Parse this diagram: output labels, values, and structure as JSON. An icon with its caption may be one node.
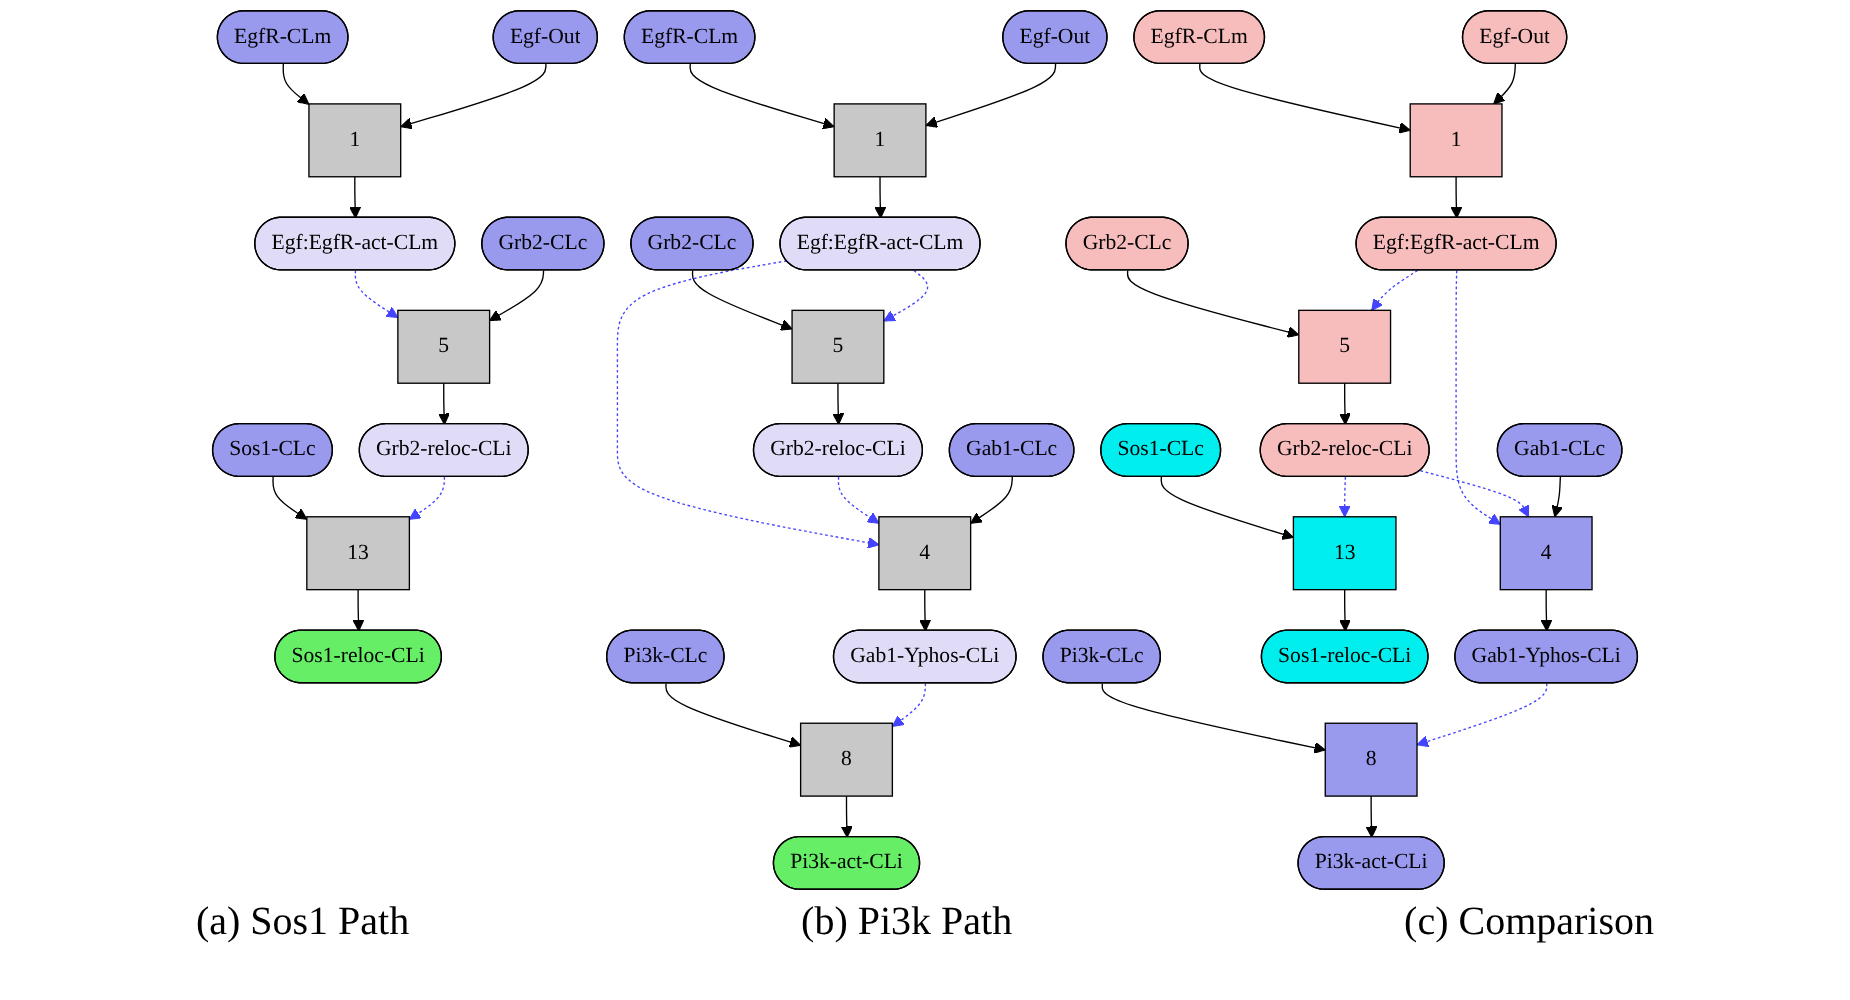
{
  "diagram": {
    "nodes": [
      {
        "text": [
          "EgfR-CLm"
        ]
      },
      {
        "text": [
          "Egf-Out"
        ]
      },
      {
        "text": [
          "1"
        ]
      },
      {
        "text": [
          "Egf:EgfR-act-CLm"
        ]
      },
      {
        "text": [
          "Grb2-CLc"
        ]
      },
      {
        "text": [
          "5"
        ]
      },
      {
        "text": [
          "Sos1-CLc"
        ]
      },
      {
        "text": [
          "Grb2-reloc-CLi"
        ]
      },
      {
        "text": [
          "13"
        ]
      },
      {
        "text": [
          "Sos1-reloc-CLi"
        ]
      },
      {
        "text": [
          "EgfR-CLm"
        ]
      },
      {
        "text": [
          "Egf-Out"
        ]
      },
      {
        "text": [
          "1"
        ]
      },
      {
        "text": [
          "Grb2-CLc"
        ]
      },
      {
        "text": [
          "Egf:EgfR-act-CLm"
        ]
      },
      {
        "text": [
          "5"
        ]
      },
      {
        "text": [
          "Grb2-reloc-CLi"
        ]
      },
      {
        "text": [
          "Gab1-CLc"
        ]
      },
      {
        "text": [
          "4"
        ]
      },
      {
        "text": [
          "Pi3k-CLc"
        ]
      },
      {
        "text": [
          "Gab1-Yphos-CLi"
        ]
      },
      {
        "text": [
          "8"
        ]
      },
      {
        "text": [
          "Pi3k-act-CLi"
        ]
      },
      {
        "text": [
          "EgfR-CLm"
        ]
      },
      {
        "text": [
          "Egf-Out"
        ]
      },
      {
        "text": [
          "1"
        ]
      },
      {
        "text": [
          "Grb2-CLc"
        ]
      },
      {
        "text": [
          "Egf:EgfR-act-CLm"
        ]
      },
      {
        "text": [
          "5"
        ]
      },
      {
        "text": [
          "Sos1-CLc"
        ]
      },
      {
        "text": [
          "Grb2-reloc-CLi"
        ]
      },
      {
        "text": [
          "Gab1-CLc"
        ]
      },
      {
        "text": [
          "13"
        ]
      },
      {
        "text": [
          "4"
        ]
      },
      {
        "text": [
          "Pi3k-CLc"
        ]
      },
      {
        "text": [
          "Sos1-reloc-CLi"
        ]
      },
      {
        "text": [
          "Gab1-Yphos-CLi"
        ]
      },
      {
        "text": [
          "8"
        ]
      },
      {
        "text": [
          "Pi3k-act-CLi"
        ]
      }
    ],
    "edges": [
      {
        "from": 0,
        "to": 2,
        "arrow": "to"
      },
      {
        "from": 1,
        "to": 2,
        "arrow": "to"
      },
      {
        "from": 2,
        "to": 3,
        "arrow": "to"
      },
      {
        "from": 3,
        "to": 5,
        "arrow": "to",
        "style": "dashed",
        "color": "#4444ff"
      },
      {
        "from": 4,
        "to": 5,
        "arrow": "to"
      },
      {
        "from": 5,
        "to": 7,
        "arrow": "to"
      },
      {
        "from": 6,
        "to": 8,
        "arrow": "to"
      },
      {
        "from": 7,
        "to": 8,
        "arrow": "to",
        "style": "dashed",
        "color": "#4444ff"
      },
      {
        "from": 8,
        "to": 9,
        "arrow": "to"
      },
      {
        "from": 10,
        "to": 12,
        "arrow": "to"
      },
      {
        "from": 11,
        "to": 12,
        "arrow": "to"
      },
      {
        "from": 12,
        "to": 14,
        "arrow": "to"
      },
      {
        "from": 13,
        "to": 15,
        "arrow": "to"
      },
      {
        "from": 14,
        "to": 15,
        "arrow": "to",
        "style": "dashed",
        "color": "#4444ff"
      },
      {
        "from": 14,
        "to": 18,
        "arrow": "to",
        "style": "dashed",
        "color": "#4444ff"
      },
      {
        "from": 15,
        "to": 16,
        "arrow": "to"
      },
      {
        "from": 16,
        "to": 18,
        "arrow": "to",
        "style": "dashed",
        "color": "#4444ff"
      },
      {
        "from": 17,
        "to": 18,
        "arrow": "to"
      },
      {
        "from": 18,
        "to": 20,
        "arrow": "to"
      },
      {
        "from": 19,
        "to": 21,
        "arrow": "to"
      },
      {
        "from": 20,
        "to": 21,
        "arrow": "to",
        "style": "dashed",
        "color": "#4444ff"
      },
      {
        "from": 21,
        "to": 22,
        "arrow": "to"
      },
      {
        "from": 23,
        "to": 25,
        "arrow": "to"
      },
      {
        "from": 24,
        "to": 25,
        "arrow": "to"
      },
      {
        "from": 25,
        "to": 27,
        "arrow": "to"
      },
      {
        "from": 26,
        "to": 28,
        "arrow": "to"
      },
      {
        "from": 27,
        "to": 28,
        "arrow": "to",
        "style": "dashed",
        "color": "#4444ff"
      },
      {
        "from": 27,
        "to": 33,
        "arrow": "to",
        "style": "dashed",
        "color": "#4444ff"
      },
      {
        "from": 28,
        "to": 30,
        "arrow": "to"
      },
      {
        "from": 29,
        "to": 32,
        "arrow": "to"
      },
      {
        "from": 30,
        "to": 32,
        "arrow": "to",
        "style": "dashed",
        "color": "#4444ff"
      },
      {
        "from": 30,
        "to": 33,
        "arrow": "to",
        "style": "dashed",
        "color": "#4444ff"
      },
      {
        "from": 31,
        "to": 33,
        "arrow": "to"
      },
      {
        "from": 32,
        "to": 35,
        "arrow": "to"
      },
      {
        "from": 33,
        "to": 36,
        "arrow": "to"
      },
      {
        "from": 34,
        "to": 37,
        "arrow": "to"
      },
      {
        "from": 36,
        "to": 37,
        "arrow": "to",
        "style": "dashed",
        "color": "#4444ff"
      },
      {
        "from": 37,
        "to": 38,
        "arrow": "to"
      }
    ],
    "labels": [
      "(a) Sos1 Path",
      "(b) Pi3k Path",
      "(c) Comparison"
    ]
  }
}
